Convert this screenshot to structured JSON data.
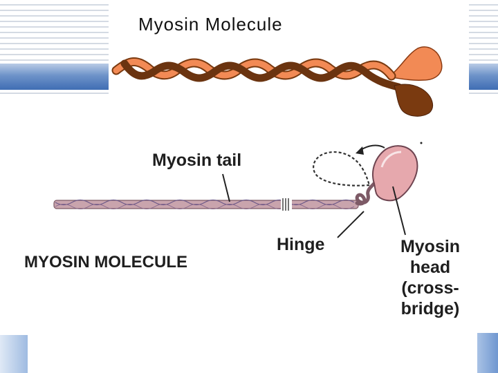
{
  "top_diagram": {
    "title": "Myosin Molecule"
  },
  "bottom_diagram": {
    "labels": {
      "tail": "Myosin tail",
      "hinge": "Hinge",
      "molecule": "MYOSIN MOLECULE",
      "head_lines": [
        "Myosin",
        "head",
        "(cross-",
        "bridge)"
      ]
    }
  },
  "colors": {
    "strand_light": "#f28a55",
    "strand_dark": "#7a3a10",
    "rod": "#c9a4ad",
    "head": "#e6a8ad",
    "band_blue": "#3f6db4"
  }
}
